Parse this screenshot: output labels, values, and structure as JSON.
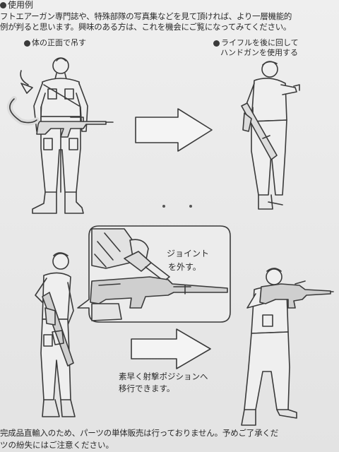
{
  "heading": "使用例",
  "intro": {
    "line1": "フトエアーガン専門誌や、特殊部隊の写真集などを見て頂ければ、より一層機能的",
    "line2": "例が判ると思います。興味のある方は、これを機会にご覧になってみてください。"
  },
  "captions": {
    "front_sling": "体の正面で吊す",
    "rifle_back_line1": "ライフルを後に回して",
    "rifle_back_line2": "ハンドガンを使用する"
  },
  "callout": {
    "line1": "ジョイント",
    "line2": "を外す。"
  },
  "quick": {
    "line1": "素早く射撃ポジションへ",
    "line2": "移行できます。"
  },
  "footer": {
    "line1": "完成品直輸入のため、パーツの単体販売は行っておりません。予めご了承くだ",
    "line2": "ツの紛失にはご注意ください。"
  }
}
